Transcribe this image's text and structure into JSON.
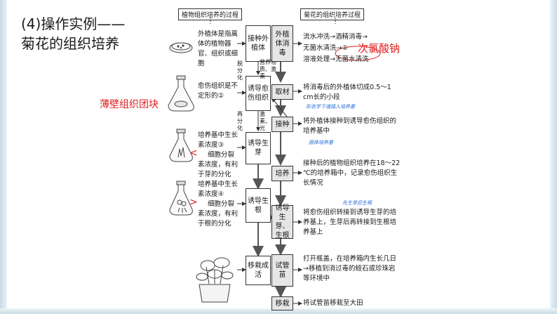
{
  "title": {
    "line1": "(4)操作实例——",
    "line2": "菊花的组织培养"
  },
  "headers": {
    "left": "植物组织培养的过程",
    "right": "菊花的组织培养过程"
  },
  "left_boxes": {
    "b1": "接种外植体",
    "b2": "诱导愈伤组织",
    "b3": "诱导生芽",
    "b4": "诱导生根",
    "b5": "移栽成活"
  },
  "right_boxes": {
    "r1": "外植体消毒",
    "r2": "取材",
    "r3": "接种",
    "r4": "培养",
    "r5": "诱导生芽、生根",
    "r6": "试管苗",
    "r7": "移栽"
  },
  "side_labels": {
    "dediff": "脱分化",
    "nutrients": "营养物质、激素",
    "rediff": "再分化",
    "hormone_light": "激素、光"
  },
  "left_notes": {
    "n1": "外植体是指离体的植物器官、组织或细胞",
    "n2": "愈伤组织是不定形的②",
    "n3_a": "培养基中生长素浓度③",
    "n3_b": "细胞分裂素浓度，有利于芽的分化",
    "n4_a": "培养基中生长素浓度④",
    "n4_b": "细胞分裂素浓度，有利于根的分化"
  },
  "right_notes": {
    "m1_a": "流水冲洗→酒精消毒→",
    "m1_b": "无菌水清洗→①",
    "m1_c": "溶液处理→无菌水清洗",
    "m2": "将消毒后的外植体切成0.5～1 cm长的小段",
    "m3": "将外植体接种到诱导愈伤组织的培养基中",
    "m4": "接种后的植物组织培养在18～22 ℃的培养箱中，记录愈伤组织生长情况",
    "m5": "将愈伤组织转接到诱导生芽的培养基上，生芽后再转接到生根培养基上",
    "m6": "打开瓶盖，在培养箱内生长几日→移植到消过毒的蛭石或珍珠岩等环境中",
    "m7": "将试管苗移栽至大田"
  },
  "annotations": {
    "a1": "次氯酸钠",
    "a2": "薄壁组织团块",
    "a3": "<",
    "a4": ">"
  },
  "handwriting": {
    "h1": "形态学下端插入培养基",
    "h2": "固体培养基",
    "h3": "先生芽后生根"
  }
}
